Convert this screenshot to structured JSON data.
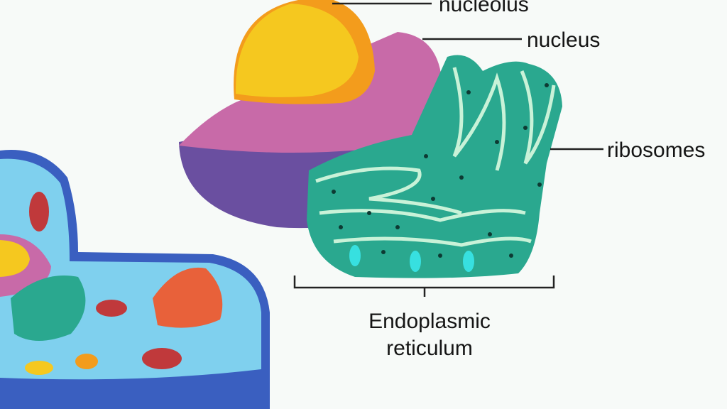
{
  "labels": {
    "nucleolus": "nucleolus",
    "nucleus": "nucleus",
    "ribosomes": "ribosomes",
    "er_line1": "Endoplasmic",
    "er_line2": "reticulum"
  },
  "colors": {
    "background": "#f7faf8",
    "nucleolus": "#f5c81f",
    "nucleolus_rim": "#f39c1c",
    "nucleoplasm": "#c86aa8",
    "nuclear_envelope": "#6a4fa0",
    "er": "#2aa88f",
    "er_highlight": "#c9f2d8",
    "cytoplasm": "#7fd0ee",
    "cell_membrane": "#3a5fc0",
    "golgi": "#e8613a",
    "mitochondria": "#c0393b"
  }
}
